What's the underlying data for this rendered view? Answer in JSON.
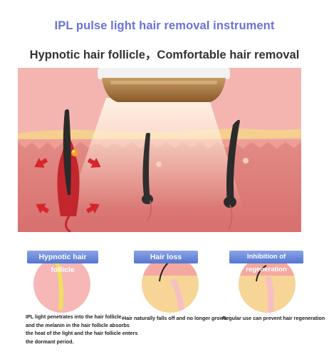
{
  "header": {
    "title": "IPL pulse light hair removal instrument",
    "subtitle": "Hypnotic hair follicle，Comfortable hair removal"
  },
  "stages": [
    {
      "label": "Hypnotic hair follicle",
      "caption_lines": [
        "IPL light penetrates into the hair follicle,",
        "and the melanin in the hair follicle absorbs",
        "the heat of the light and the hair follicle enters",
        "the dormant period."
      ]
    },
    {
      "label": "Hair loss",
      "caption_lines": [
        "Hair naturally falls off and no longer grows"
      ]
    },
    {
      "label": "Inhibition of regeneration",
      "caption_lines": [
        "Regular use can prevent hair regeneration"
      ]
    }
  ],
  "colors": {
    "title": "#6a72d8",
    "skin_top": "#f2b2ae",
    "skin_layer": "#f4cf8e",
    "dermis": "#d86e6e",
    "follicle": "#c4262d",
    "hair": "#2a2a2a",
    "device_lens": "#a7773f",
    "label_pill": "#5b7bd3"
  }
}
